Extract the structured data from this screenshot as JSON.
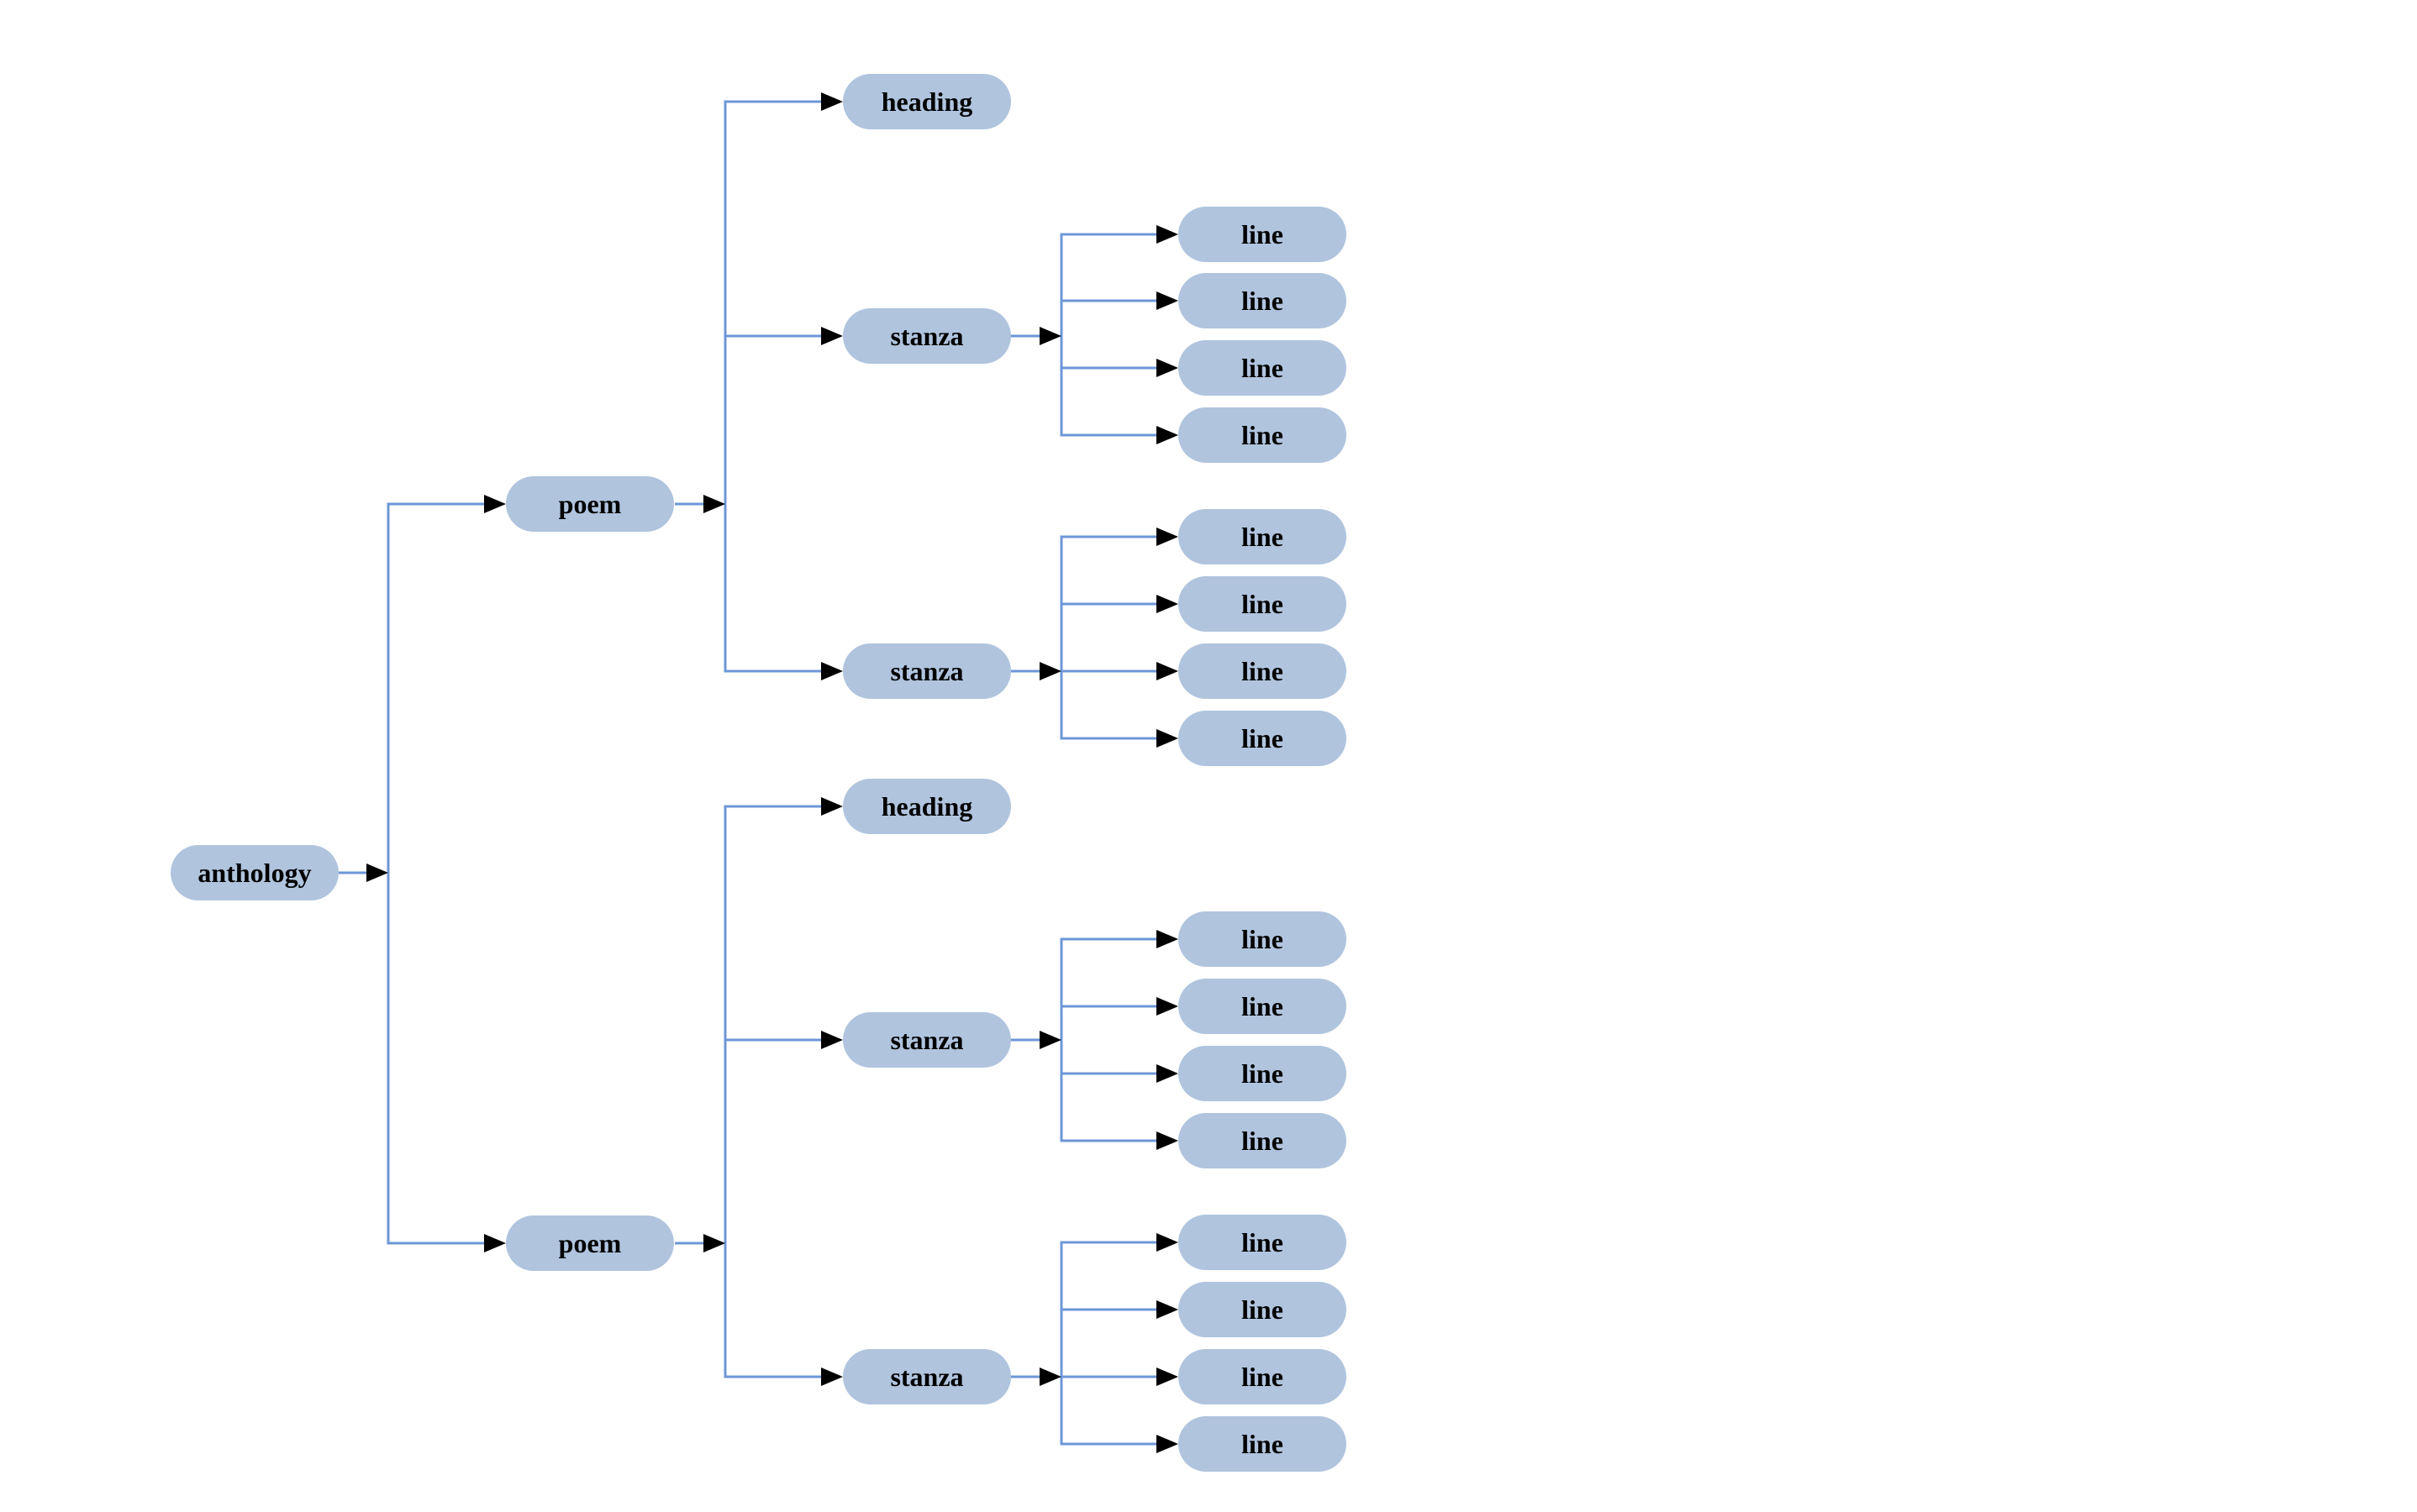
{
  "diagram": {
    "type": "tree",
    "direction": "left-to-right",
    "colors": {
      "background": "#ffffff",
      "node_fill": "#b0c4de",
      "edge_line": "#6d97d7",
      "arrowhead": "#000000",
      "text": "#000000"
    },
    "structure": {
      "label": "anthology",
      "children": [
        {
          "label": "poem",
          "children": [
            {
              "label": "heading",
              "children": []
            },
            {
              "label": "stanza",
              "children": [
                {
                  "label": "line"
                },
                {
                  "label": "line"
                },
                {
                  "label": "line"
                },
                {
                  "label": "line"
                }
              ]
            },
            {
              "label": "stanza",
              "children": [
                {
                  "label": "line"
                },
                {
                  "label": "line"
                },
                {
                  "label": "line"
                },
                {
                  "label": "line"
                }
              ]
            }
          ]
        },
        {
          "label": "poem",
          "children": [
            {
              "label": "heading",
              "children": []
            },
            {
              "label": "stanza",
              "children": [
                {
                  "label": "line"
                },
                {
                  "label": "line"
                },
                {
                  "label": "line"
                },
                {
                  "label": "line"
                }
              ]
            },
            {
              "label": "stanza",
              "children": [
                {
                  "label": "line"
                },
                {
                  "label": "line"
                },
                {
                  "label": "line"
                },
                {
                  "label": "line"
                }
              ]
            }
          ]
        }
      ]
    }
  }
}
